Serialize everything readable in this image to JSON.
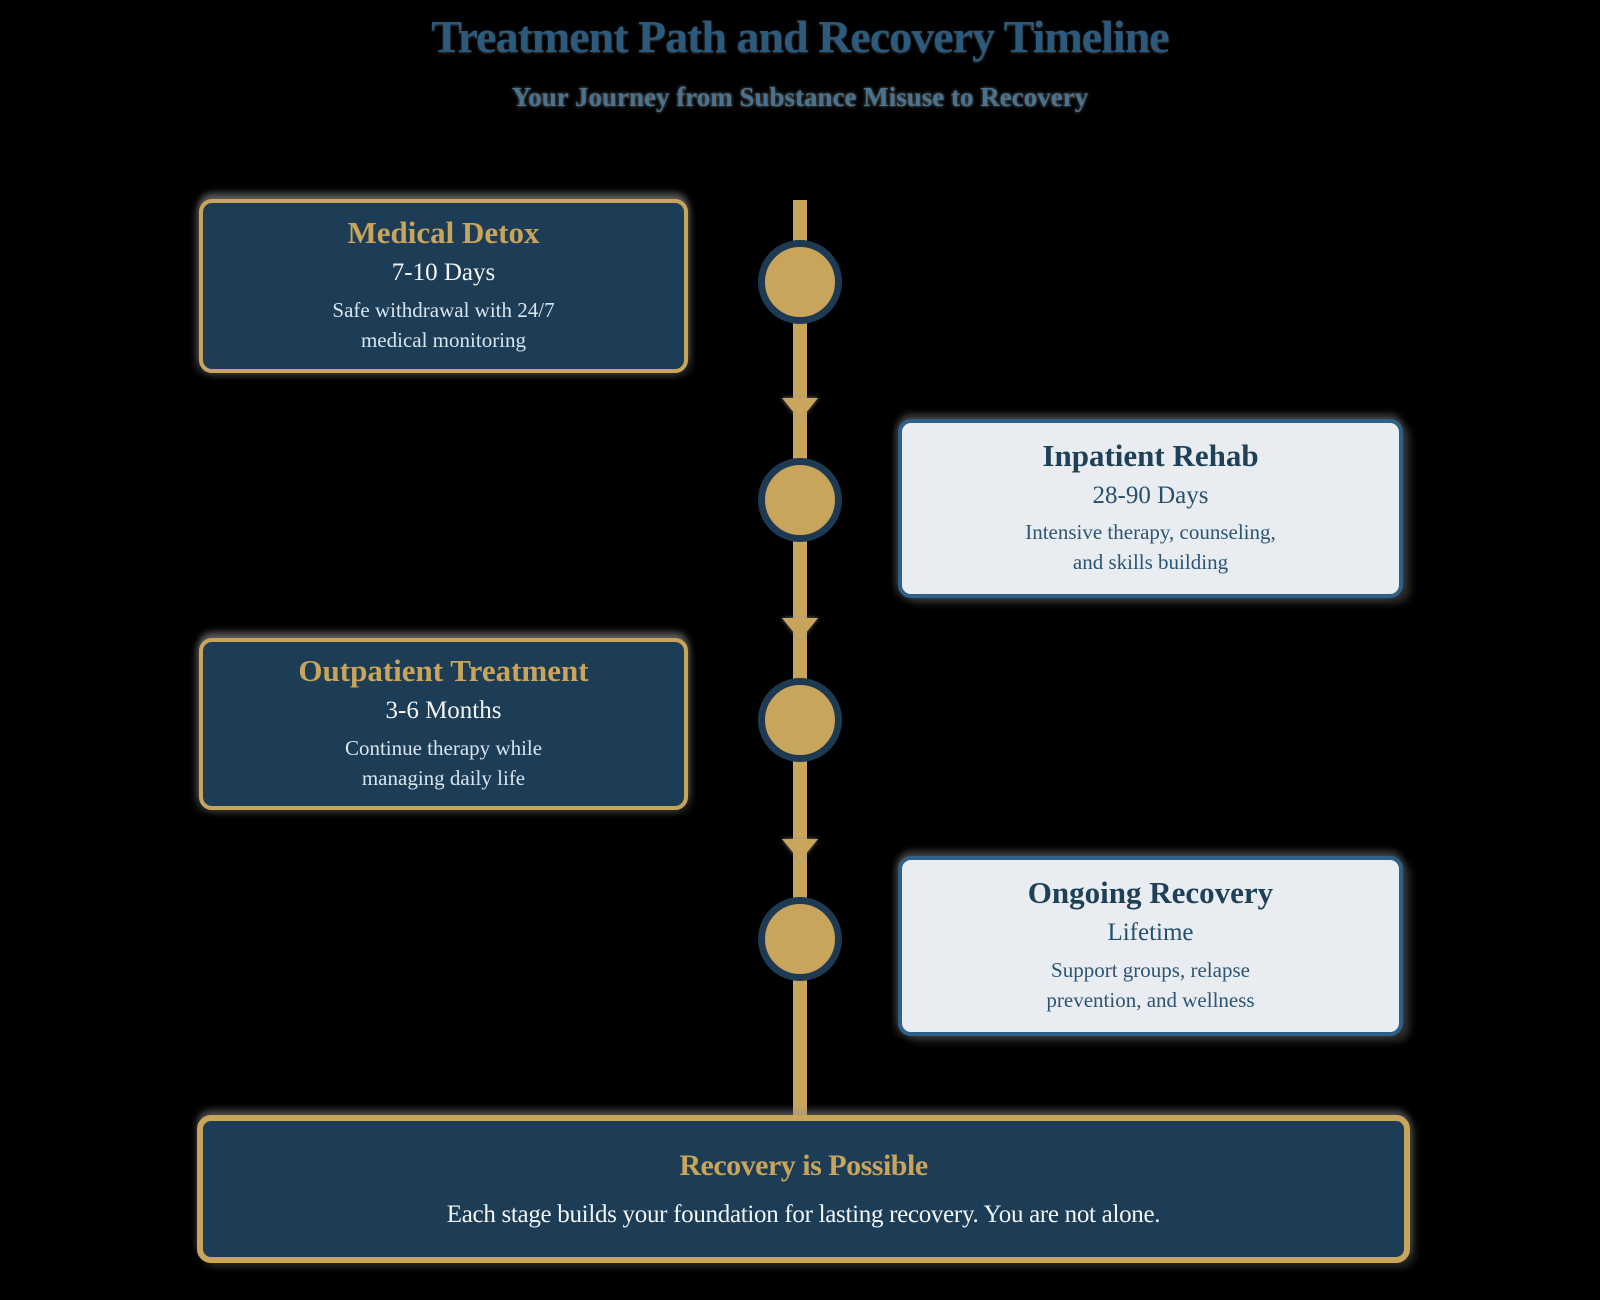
{
  "header": {
    "title": "Treatment Path and Recovery Timeline",
    "subtitle": "Your Journey from Substance Misuse to Recovery"
  },
  "stages": [
    {
      "title": "Medical Detox",
      "duration": "7-10 Days",
      "description": "Safe withdrawal with 24/7\nmedical monitoring",
      "side": "left",
      "style": "dark"
    },
    {
      "title": "Inpatient Rehab",
      "duration": "28-90 Days",
      "description": "Intensive therapy, counseling,\nand skills building",
      "side": "right",
      "style": "light"
    },
    {
      "title": "Outpatient Treatment",
      "duration": "3-6 Months",
      "description": "Continue therapy while\nmanaging daily life",
      "side": "left",
      "style": "dark"
    },
    {
      "title": "Ongoing Recovery",
      "duration": "Lifetime",
      "description": "Support groups, relapse\nprevention, and wellness",
      "side": "right",
      "style": "light"
    }
  ],
  "footer": {
    "title": "Recovery is Possible",
    "message": "Each stage builds your foundation for lasting recovery. You are not alone."
  },
  "colors": {
    "gold": "#C9A55C",
    "navy_card": "#1D3C55",
    "light_card": "#E9EDF2",
    "navy_border": "#2E6088",
    "navy_text": "#1E4158",
    "title_blue": "#2B5A7C",
    "subtitle_blue": "#49738F",
    "white_text": "#F2F6F8",
    "desc_light": "#D8E4EE",
    "node_ring": "#1D3A52"
  }
}
